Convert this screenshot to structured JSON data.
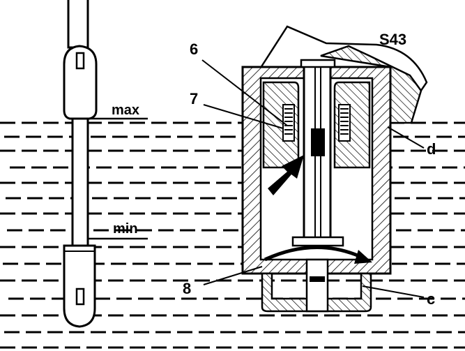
{
  "labels": {
    "max": "max",
    "min": "min",
    "part_6": "6",
    "part_7": "7",
    "part_8": "8",
    "s43": "S43",
    "d": "d",
    "c": "c"
  },
  "colors": {
    "ink": "#000000",
    "paper": "#ffffff"
  }
}
